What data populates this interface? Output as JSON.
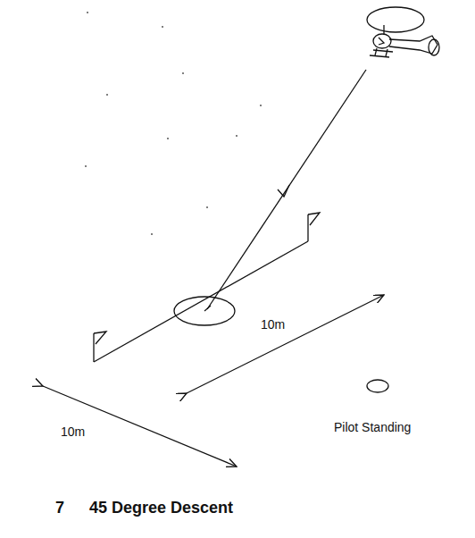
{
  "diagram": {
    "title": "45 Degree Descent",
    "labels": [
      "7",
      "10m",
      "10m",
      "Pilot Standing"
    ]
  }
}
